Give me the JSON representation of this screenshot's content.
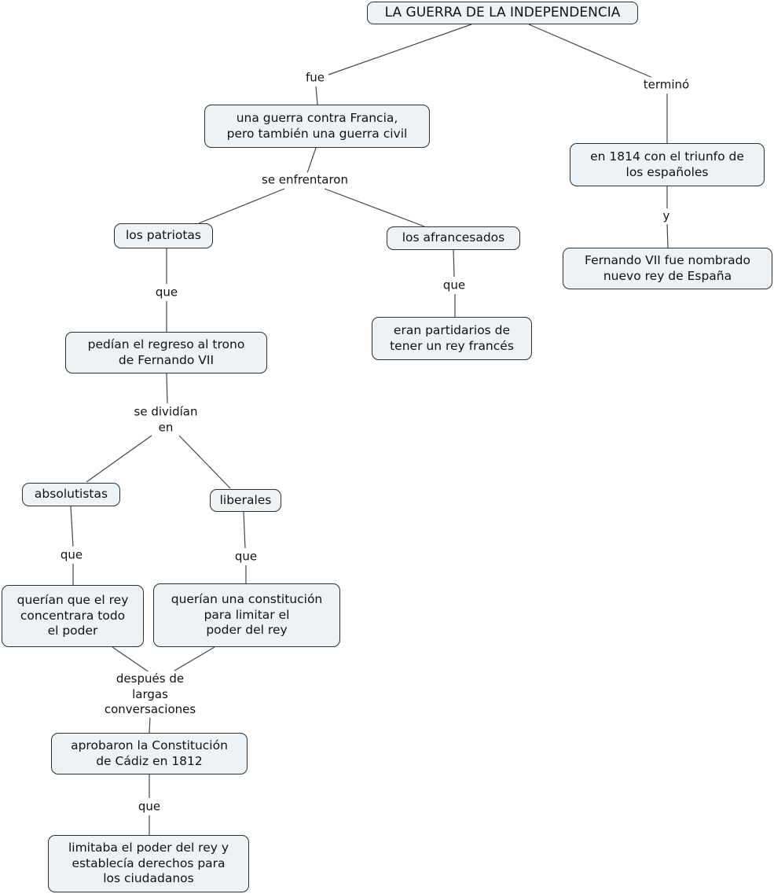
{
  "diagram": {
    "kind": "concept-map",
    "colors": {
      "background": "#ffffff",
      "node_fill": "#edf2f6",
      "node_border": "#2e2e2e",
      "connector": "#454545",
      "text": "#111111"
    },
    "nodes": {
      "title": "LA GUERRA DE LA INDEPENDENCIA",
      "guerra_civil": "una guerra contra Francia,\npero también una guerra civil",
      "en_1814": "en 1814 con el triunfo de\nlos españoles",
      "fernando_rey": "Fernando VII fue nombrado\nnuevo rey de España",
      "patriotas": "los patriotas",
      "afrancesados": "los afrancesados",
      "pedian_regreso": "pedían el regreso al trono\nde Fernando VII",
      "partidarios_frances": "eran partidarios de\ntener un rey francés",
      "absolutistas": "absolutistas",
      "liberales": "liberales",
      "querian_rey_poder": "querían que el rey\nconcentrara todo\nel poder",
      "querian_constitucion": "querían una constitución\npara limitar el\npoder del rey",
      "aprobaron_constitucion": "aprobaron la Constitución\nde Cádiz en 1812",
      "limitaba_poder": "limitaba el poder del rey y\nestablecía derechos para\nlos ciudadanos"
    },
    "labels": {
      "fue": "fue",
      "termino": "terminó",
      "se_enfrentaron": "se enfrentaron",
      "y": "y",
      "que_patriotas": "que",
      "que_afrancesados": "que",
      "se_dividian_en": "se dividían\nen",
      "que_absolutistas": "que",
      "que_liberales": "que",
      "despues_conversaciones": "después de\nlargas\nconversaciones",
      "que_aprobaron": "que"
    }
  }
}
